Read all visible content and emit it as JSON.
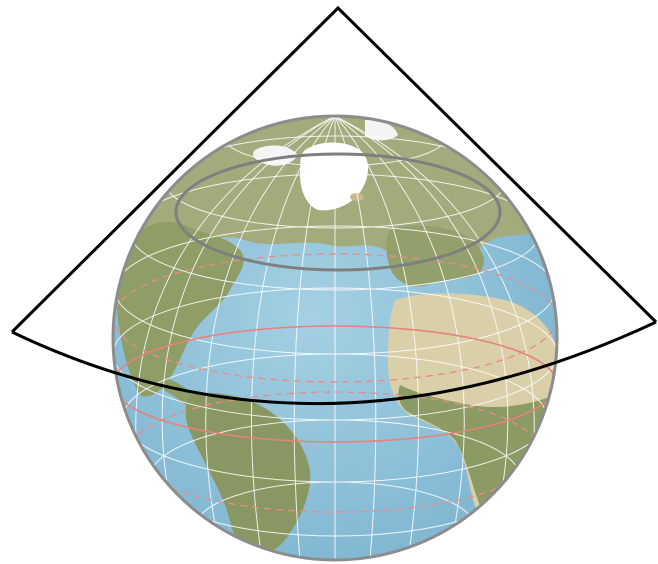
{
  "figure": {
    "subject": "globe-with-tangent-cone",
    "colors": {
      "background": "#ffffff",
      "ocean": "#8fc3da",
      "ocean_deep": "#6fa9c8",
      "land_green": "#8a9a62",
      "land_desert": "#d9cfa8",
      "ice": "#ffffff",
      "graticule": "#ffffff",
      "globe_outline": "#8c8c8c",
      "tangent_circle": "#7f7f7f",
      "equator": "#e88c86",
      "tropics": "#e88c86",
      "cone": "#000000"
    },
    "tropics_style": "dashed",
    "equator_style": "solid"
  }
}
